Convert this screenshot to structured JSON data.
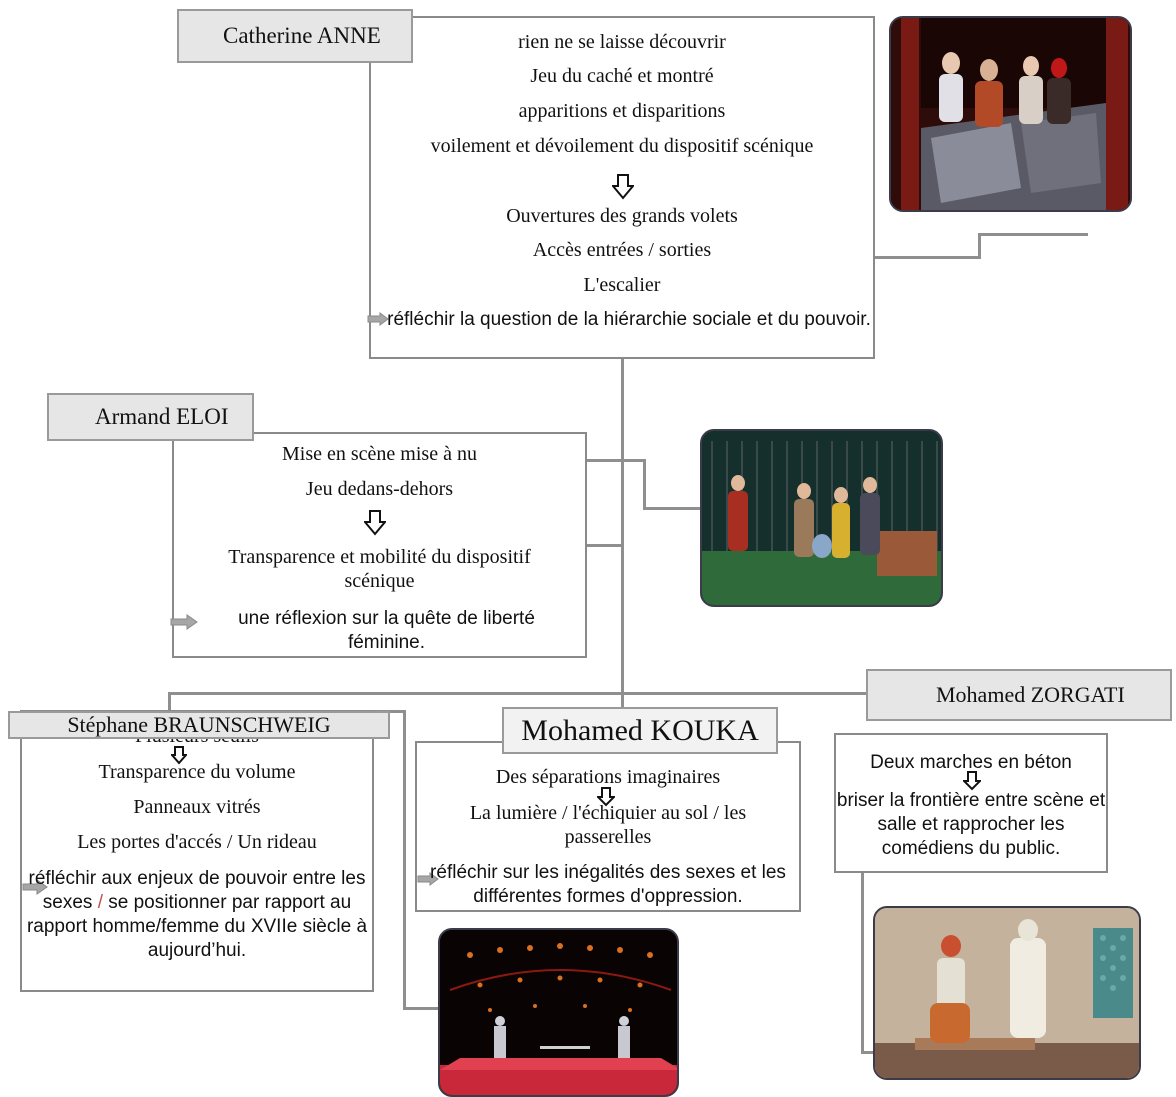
{
  "anne": {
    "name": "Catherine ANNE",
    "lines": [
      "rien ne se laisse découvrir",
      "Jeu du caché et montré",
      "apparitions et disparitions",
      "voilement et dévoilement du dispositif scénique",
      "Ouvertures des grands volets",
      "Accès entrées / sorties",
      "L'escalier"
    ],
    "conclusion": "réfléchir la question de la hiérarchie sociale et du pouvoir."
  },
  "eloi": {
    "name": "Armand ELOI",
    "lines": [
      "Mise en scène mise à nu",
      "Jeu dedans-dehors",
      "Transparence et mobilité du dispositif scénique"
    ],
    "conclusion": "une réflexion sur la quête de liberté féminine."
  },
  "braunschweig": {
    "name": "Stéphane BRAUNSCHWEIG",
    "lines": [
      "Plusieurs seuils",
      "Transparence du volume",
      "Panneaux vitrés",
      "Les  portes d'accés / Un rideau"
    ],
    "conclusion_a": "réfléchir aux enjeux de pouvoir entre les sexes",
    "separator": "/",
    "conclusion_b": "se positionner par rapport au rapport homme/femme du XVIIe siècle à aujourd’hui."
  },
  "kouka": {
    "name": "Mohamed KOUKA",
    "lines": [
      "Des séparations imaginaires",
      "La lumière / l'échiquier au sol / les passerelles"
    ],
    "conclusion": "réfléchir sur les inégalités des sexes et les différentes formes d'oppression."
  },
  "zorgati": {
    "name": "Mohamed ZORGATI",
    "lines": [
      "Deux marches en béton",
      "briser la frontière entre scène et salle et rapprocher les comédiens du public."
    ]
  },
  "colors": {
    "line": "#8f8f8f",
    "label_bg": "#e6e6e6",
    "accent_red": "#c0504d"
  }
}
